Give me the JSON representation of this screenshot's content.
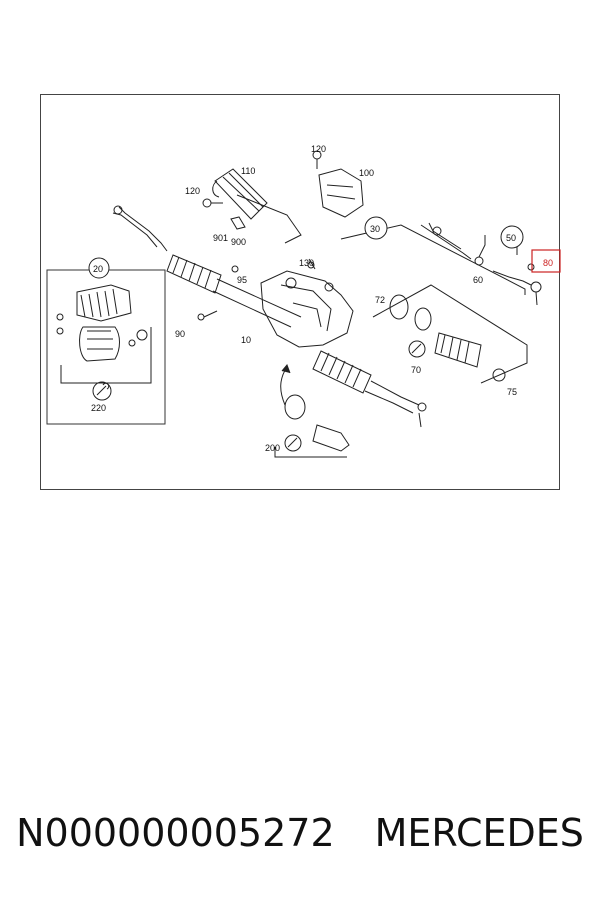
{
  "diagram": {
    "callouts": {
      "c10": "10",
      "c20": "20",
      "c30": "30",
      "c50": "50",
      "c60": "60",
      "c70": "70",
      "c72": "72",
      "c75": "75",
      "c80": "80",
      "c90": "90",
      "c95": "95",
      "c100": "100",
      "c110": "110",
      "c120a": "120",
      "c120b": "120",
      "c130": "130",
      "c200": "200",
      "c220": "220",
      "c900": "900",
      "c901": "901"
    },
    "highlighted_callout": "80",
    "highlight_color": "#cc2222"
  },
  "footer": {
    "part_number": "N000000005272",
    "brand": "MERCEDES"
  }
}
